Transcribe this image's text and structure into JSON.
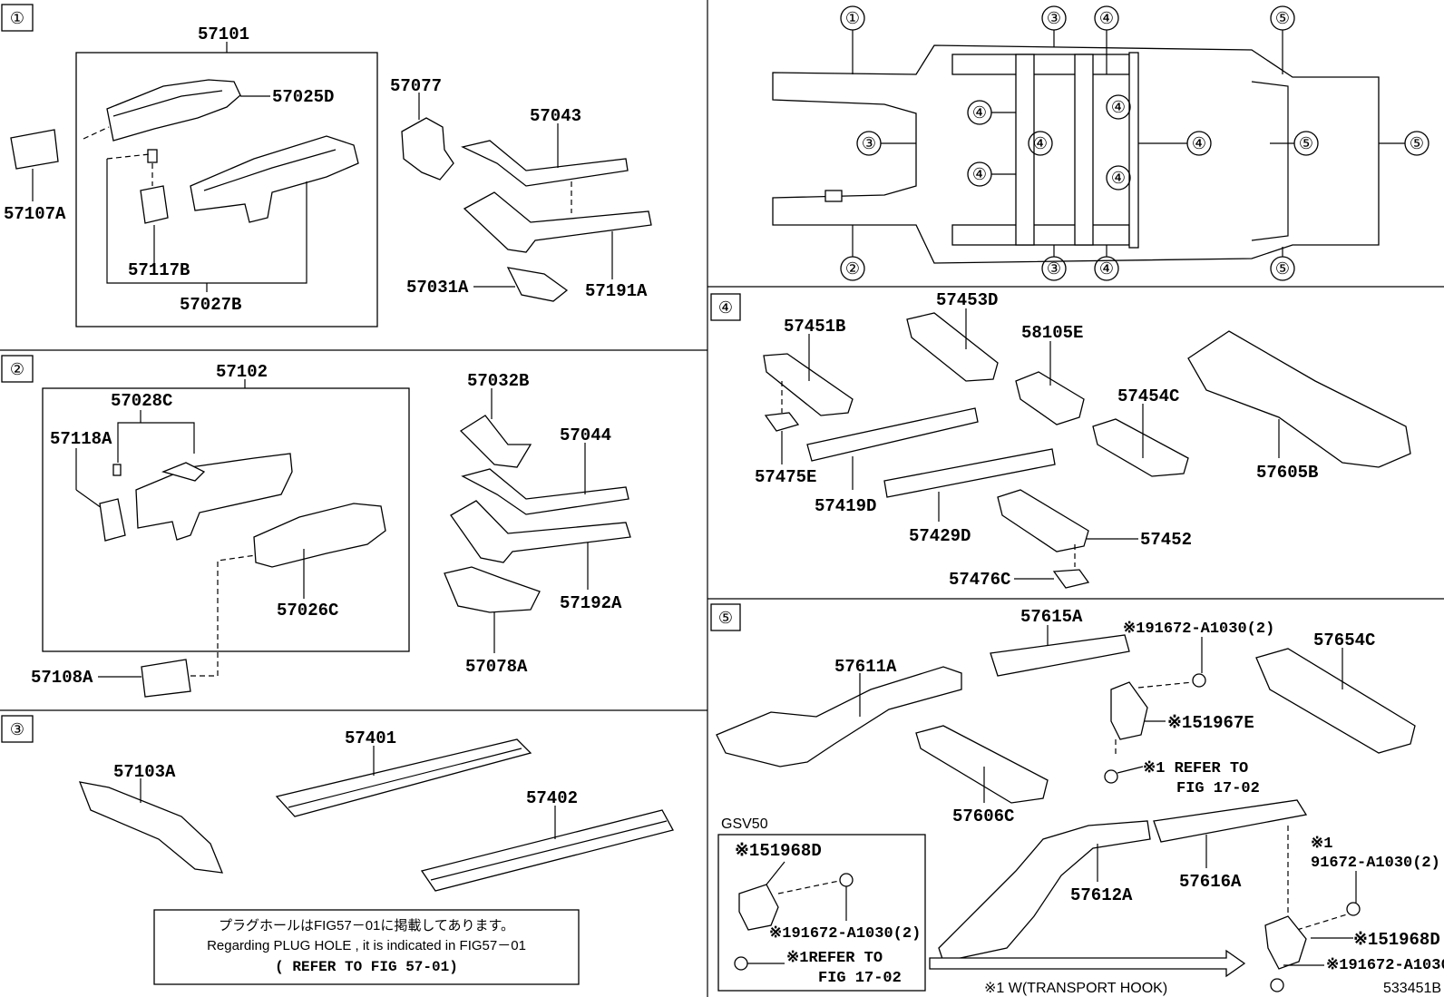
{
  "sections": {
    "s1": {
      "tag": "①"
    },
    "s2": {
      "tag": "②"
    },
    "s3": {
      "tag": "③"
    },
    "s4": {
      "tag": "④"
    },
    "s5": {
      "tag": "⑤"
    }
  },
  "s1_labels": {
    "p57101": "57101",
    "p57025D": "57025D",
    "p57107A": "57107A",
    "p57117B": "57117B",
    "p57027B": "57027B",
    "p57077": "57077",
    "p57043": "57043",
    "p57031A": "57031A",
    "p57191A": "57191A"
  },
  "s2_labels": {
    "p57102": "57102",
    "p57028C": "57028C",
    "p57118A": "57118A",
    "p57026C": "57026C",
    "p57108A": "57108A",
    "p57032B": "57032B",
    "p57044": "57044",
    "p57192A": "57192A",
    "p57078A": "57078A"
  },
  "s3_labels": {
    "p57103A": "57103A",
    "p57401": "57401",
    "p57402": "57402"
  },
  "note": {
    "line1": "プラグホールはFIG57－01に掲載してあります。",
    "line2": "Regarding PLUG HOLE , it is indicated in FIG57－01",
    "line3": "( REFER TO FIG 57-01)"
  },
  "overview": {
    "c1": "①",
    "c2": "②",
    "c3": "③",
    "c4": "④",
    "c5": "⑤"
  },
  "s4_labels": {
    "p57453D": "57453D",
    "p57451B": "57451B",
    "p58105E": "58105E",
    "p57454C": "57454C",
    "p57605B": "57605B",
    "p57475E": "57475E",
    "p57419D": "57419D",
    "p57429D": "57429D",
    "p57452": "57452",
    "p57476C": "57476C"
  },
  "s5_labels": {
    "p57615A": "57615A",
    "p91672_a": "※191672-A1030(2)",
    "p57611A": "57611A",
    "p57654C": "57654C",
    "p51967E": "※151967E",
    "refer1a": "※1 REFER TO",
    "refer1b": "FIG 17-02",
    "p57606C": "57606C",
    "gsv50": "GSV50",
    "p51968D_box": "※151968D",
    "p91672_box": "※191672-A1030(2)",
    "refer2a": "※1REFER TO",
    "refer2b": "FIG 17-02",
    "p57612A": "57612A",
    "p57616A": "57616A",
    "p91672_r1": "※1",
    "p91672_r2": "91672-A1030(2)",
    "p51968D_r": "※151968D",
    "p91672_r3": "※191672-A1030",
    "transport": "※1 W(TRANSPORT HOOK)",
    "figno": "533451B"
  }
}
